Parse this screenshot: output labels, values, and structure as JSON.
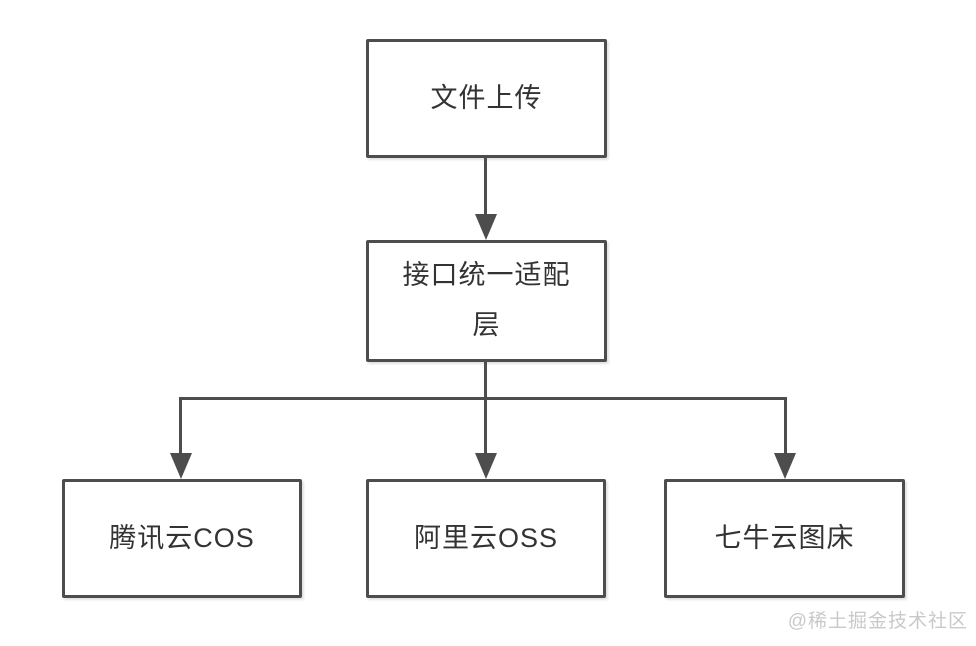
{
  "diagram": {
    "title": "file-upload-architecture-flowchart",
    "nodes": {
      "file_upload": {
        "label": "文件上传"
      },
      "adapter_layer": {
        "label": "接口统一适配\n层"
      },
      "tencent_cos": {
        "label": "腾讯云COS"
      },
      "aliyun_oss": {
        "label": "阿里云OSS"
      },
      "qiniu_cloud": {
        "label": "七牛云图床"
      }
    },
    "edges": [
      {
        "from": "file_upload",
        "to": "adapter_layer"
      },
      {
        "from": "adapter_layer",
        "to": "tencent_cos"
      },
      {
        "from": "adapter_layer",
        "to": "aliyun_oss"
      },
      {
        "from": "adapter_layer",
        "to": "qiniu_cloud"
      }
    ],
    "colors": {
      "border": "#4d4d4d",
      "text": "#333333",
      "watermark": "#c9c9c9",
      "background": "#ffffff"
    }
  },
  "watermark": {
    "text": "@稀土掘金技术社区"
  }
}
